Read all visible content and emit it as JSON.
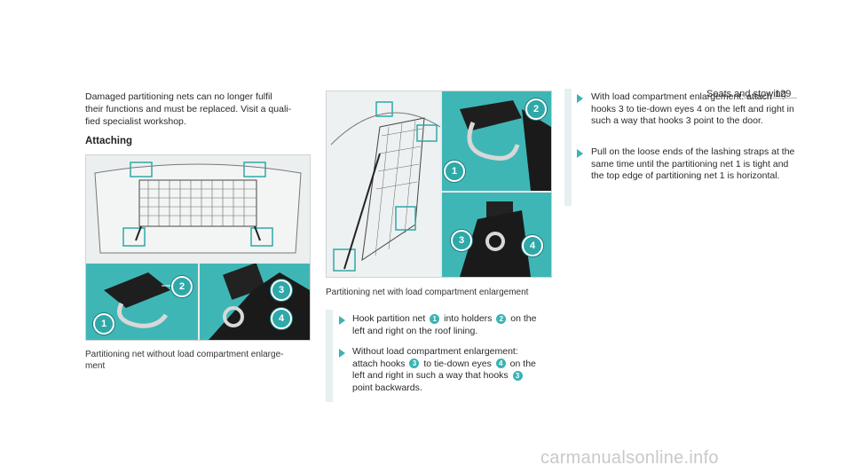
{
  "header": {
    "section_title": "Seats and stowing",
    "page_number": "129"
  },
  "left_column": {
    "intro": "Damaged partitioning nets can no longer fulfil their functions and must be replaced. Visit a qualified specialist workshop.",
    "intro_lines": [
      "Damaged partitioning nets can no longer fulfil",
      "their functions and must be replaced. Visit a quali-",
      "fied specialist workshop."
    ],
    "heading": "Attaching",
    "figure_caption_lines": [
      "Partitioning net without load compartment enlarge-",
      "ment"
    ],
    "callouts": [
      "1",
      "2",
      "3",
      "4"
    ]
  },
  "middle_column": {
    "figure_caption": "Partitioning net with load compartment enlargement",
    "callouts": [
      "1",
      "2",
      "3",
      "4"
    ],
    "steps": [
      {
        "lines": [
          "Hook partition net ",
          "1",
          " into holders ",
          "2",
          " on the",
          "left and right on the roof lining."
        ]
      },
      {
        "lines": [
          "Without load compartment enlargement:",
          "attach hooks ",
          "3",
          " to tie-down eyes ",
          "4",
          " on the",
          "left and right in such a way that hooks ",
          "3",
          "point backwards."
        ]
      }
    ]
  },
  "right_column": {
    "steps": [
      {
        "text": "With load compartment enlargement: attach hooks 3 to tie-down eyes 4 on the left and right in such a way that hooks 3 point to the door."
      },
      {
        "text": "Pull on the loose ends of the lashing straps at the same time until the partitioning net 1 is tight and the top edge of partitioning net 1 is horizontal."
      }
    ]
  },
  "watermark": "carmanualsonline.info",
  "colors": {
    "accent": "#3ab3b3",
    "callout": "#2fa8a8",
    "step_bg": "#e6f0f0"
  }
}
